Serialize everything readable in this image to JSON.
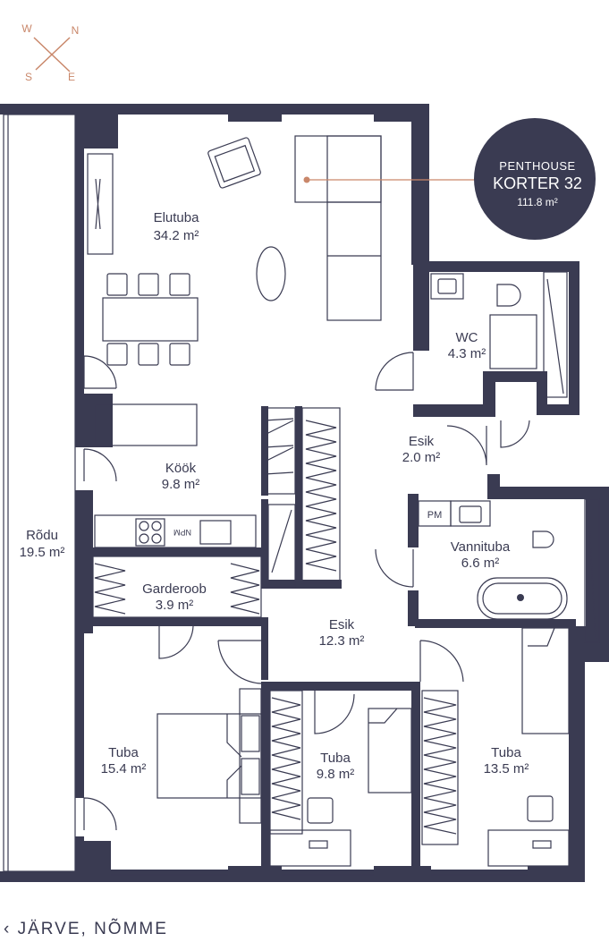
{
  "compass": {
    "w": "W",
    "n": "N",
    "s": "S",
    "e": "E",
    "color": "#c9876a"
  },
  "badge": {
    "line1": "PENTHOUSE",
    "line2": "KORTER 32",
    "area": "111.8 m²",
    "color": "#3a3b52"
  },
  "rooms": {
    "elutuba": {
      "name": "Elutuba",
      "area": "34.2 m²"
    },
    "wc": {
      "name": "WC",
      "area": "4.3 m²"
    },
    "esik_small": {
      "name": "Esik",
      "area": "2.0 m²"
    },
    "kook": {
      "name": "Köök",
      "area": "9.8 m²"
    },
    "rodu": {
      "name": "Rõdu",
      "area": "19.5 m²"
    },
    "garderoob": {
      "name": "Garderoob",
      "area": "3.9 m²"
    },
    "vannituba": {
      "name": "Vannituba",
      "area": "6.6 m²"
    },
    "esik_main": {
      "name": "Esik",
      "area": "12.3 m²"
    },
    "tuba_1": {
      "name": "Tuba",
      "area": "15.4 m²"
    },
    "tuba_2": {
      "name": "Tuba",
      "area": "9.8 m²"
    },
    "tuba_3": {
      "name": "Tuba",
      "area": "13.5 m²"
    }
  },
  "fixtures": {
    "pm": "PM",
    "npm": "NPM"
  },
  "footer": {
    "arrow": "‹",
    "text": "JÄRVE, NÕMME"
  },
  "colors": {
    "wall": "#3a3b52",
    "accent": "#c9876a"
  }
}
